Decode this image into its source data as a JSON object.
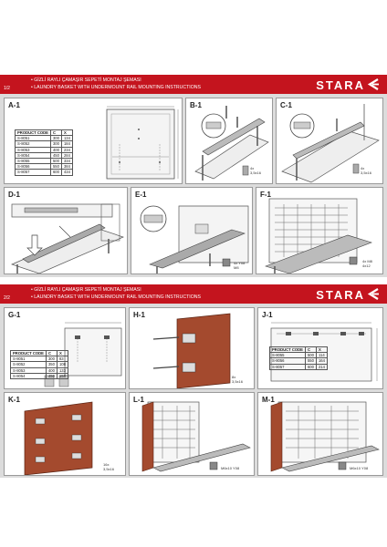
{
  "sheets": [
    {
      "page": "1/2",
      "title_tr": "• GİZLİ RAYLI ÇAMAŞIR SEPETİ MONTAJ ŞEMASI",
      "title_en": "• LAUNDRY BASKET WITH UNDERMOUNT RAIL MOUNTING INSTRUCTIONS",
      "brand": "STARA",
      "panels": {
        "a1": {
          "label": "A-1",
          "table": {
            "headers": [
              "PRODUCT CODE",
              "C",
              "X"
            ],
            "rows": [
              [
                "S-8051",
                "300",
                "134"
              ],
              [
                "S-8052",
                "300",
                "184"
              ],
              [
                "S-8053",
                "400",
                "234"
              ],
              [
                "S-8054",
                "450",
                "284"
              ],
              [
                "S-8055",
                "500",
                "334"
              ],
              [
                "S-8056",
                "550",
                "384"
              ],
              [
                "S-8057",
                "600",
                "434"
              ]
            ]
          }
        },
        "b1": {
          "label": "B-1",
          "note1": "4x",
          "note2": "3,5x16"
        },
        "c1": {
          "label": "C-1",
          "note1": "4x",
          "note2": "3,5x16"
        },
        "d1": {
          "label": "D-1"
        },
        "e1": {
          "label": "E-1",
          "note1": "4x Y08",
          "note2": "M8"
        },
        "f1": {
          "label": "F-1",
          "note1": "4x M8",
          "note2": "4x12"
        }
      }
    },
    {
      "page": "2/2",
      "title_tr": "• GİZLİ RAYLI ÇAMAŞIR SEPETİ MONTAJ ŞEMASI",
      "title_en": "• LAUNDRY BASKET WITH UNDERMOUNT RAIL MOUNTING INSTRUCTIONS",
      "brand": "STARA",
      "panels": {
        "g1": {
          "label": "G-1",
          "table": {
            "headers": [
              "PRODUCT CODE",
              "C",
              "X"
            ],
            "rows": [
              [
                "S-8051",
                "300",
                "83"
              ],
              [
                "S-8052",
                "350",
                "108"
              ],
              [
                "S-8053",
                "400",
                "133"
              ],
              [
                "S-8054",
                "450",
                "158"
              ]
            ]
          }
        },
        "h1": {
          "label": "H-1",
          "note1": "8x",
          "note2": "3,5x16"
        },
        "j1": {
          "label": "J-1",
          "table": {
            "headers": [
              "PRODUCT CODE",
              "C",
              "X"
            ],
            "rows": [
              [
                "S-8055",
                "500",
                "114"
              ],
              [
                "S-8056",
                "550",
                "164"
              ],
              [
                "S-8057",
                "600",
                "214"
              ]
            ]
          }
        },
        "k1": {
          "label": "K-1",
          "note1": "16x",
          "note2": "3,5x16"
        },
        "l1": {
          "label": "L-1",
          "note1": "M6x10 Y08"
        },
        "m1": {
          "label": "M-1",
          "note1": "M6x10 Y08"
        }
      }
    }
  ],
  "colors": {
    "brand_red": "#c4141e",
    "panel_bg": "#ffffff",
    "sheet_bg": "#dcdcdc"
  }
}
